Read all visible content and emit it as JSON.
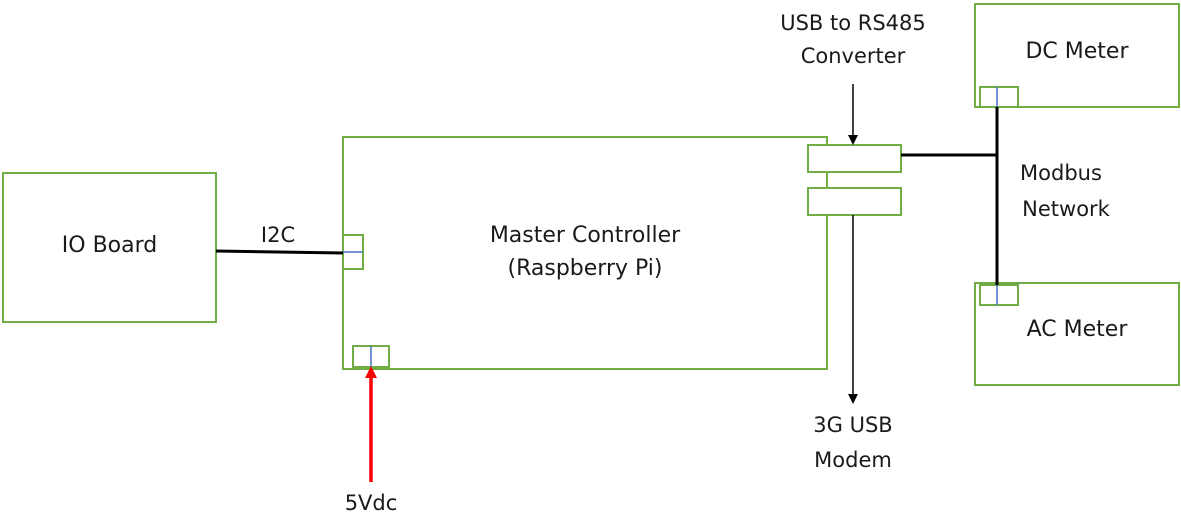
{
  "colors": {
    "box_border": "#70ad47",
    "port_divider": "#4472c4",
    "wire": "#000000",
    "power_arrow": "#ff0000"
  },
  "blocks": {
    "io_board": {
      "label": "IO Board"
    },
    "master_controller": {
      "line1": "Master Controller",
      "line2": "(Raspberry Pi)"
    },
    "dc_meter": {
      "label": "DC Meter"
    },
    "ac_meter": {
      "label": "AC Meter"
    }
  },
  "labels": {
    "i2c": "I2C",
    "usb_rs485": {
      "line1": "USB to RS485",
      "line2": "Converter"
    },
    "modbus": {
      "line1": "Modbus",
      "line2": "Network"
    },
    "modem": {
      "line1": "3G USB",
      "line2": "Modem"
    },
    "power": "5Vdc"
  }
}
